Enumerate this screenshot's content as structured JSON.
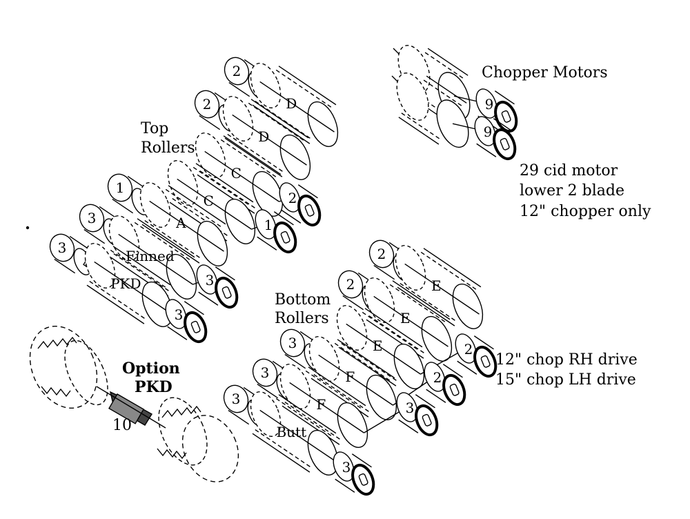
{
  "labels": {
    "top_rollers_1": "Top",
    "top_rollers_2": "Rollers",
    "bottom_rollers_1": "Bottom",
    "bottom_rollers_2": "Rollers",
    "chopper_motors": "Chopper Motors",
    "note_29_1": "29 cid motor",
    "note_29_2": "lower 2 blade",
    "note_29_3": "12\" chopper only",
    "drive_1": "12\" chop RH drive",
    "drive_2": "15\" chop LH drive",
    "option_1": "Option",
    "option_2": "PKD",
    "option_num": "10"
  },
  "rollers": [
    {
      "motor": "2",
      "label": "D",
      "drive": ""
    },
    {
      "motor": "2",
      "label": "D",
      "drive": ""
    },
    {
      "motor": "",
      "label": "C",
      "drive": "2"
    },
    {
      "motor": "",
      "label": "C",
      "drive": "1"
    },
    {
      "motor": "1",
      "label": "A",
      "drive": ""
    },
    {
      "motor": "3",
      "label": "Finned",
      "drive": "3"
    },
    {
      "motor": "3",
      "label": "PKD",
      "drive": "3"
    },
    {
      "motor": "2",
      "label": "E",
      "drive": ""
    },
    {
      "motor": "2",
      "label": "E",
      "drive": ""
    },
    {
      "motor": "",
      "label": "E",
      "drive": "2"
    },
    {
      "motor": "3",
      "label": "F",
      "drive": "2"
    },
    {
      "motor": "3",
      "label": "F",
      "drive": "3"
    },
    {
      "motor": "3",
      "label": "Butt",
      "drive": "3"
    }
  ],
  "chopper_motors": [
    {
      "label": "9"
    },
    {
      "label": "9"
    }
  ]
}
